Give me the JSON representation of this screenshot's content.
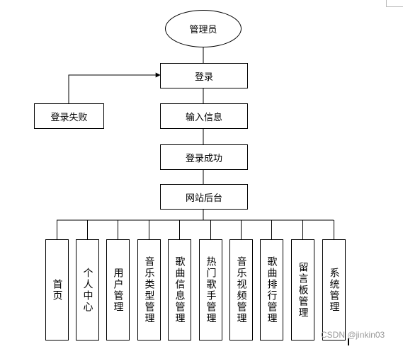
{
  "diagram": {
    "root": "管理员",
    "flow": [
      "登录",
      "输入信息",
      "登录成功",
      "网站后台"
    ],
    "failure": "登录失败",
    "modules": [
      "首页",
      "个人中心",
      "用户管理",
      "音乐类型管理",
      "歌曲信息管理",
      "热门歌手管理",
      "音乐视频管理",
      "歌曲排行管理",
      "留言板管理",
      "系统管理"
    ]
  },
  "watermark": "CSDN @jinkin03"
}
